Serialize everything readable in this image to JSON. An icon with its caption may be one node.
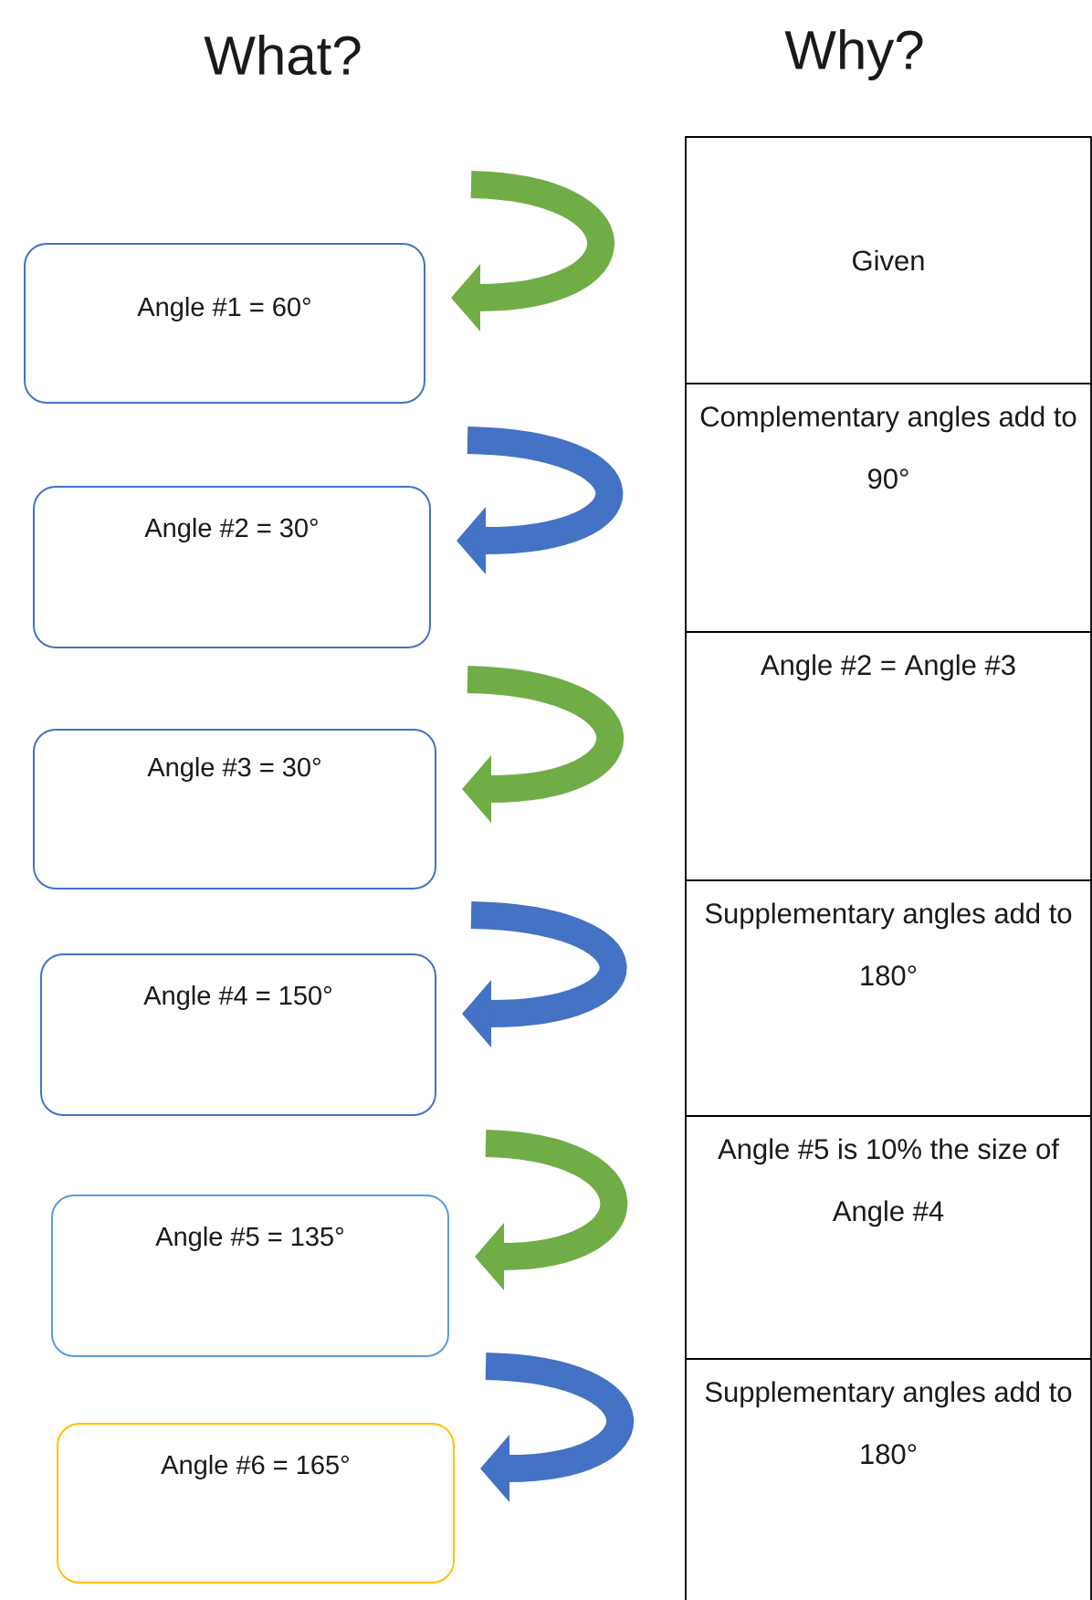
{
  "diagram": {
    "nodes": [
      {
        "text": [
          "Angle #1 = 60°"
        ]
      },
      {
        "text": [
          "Angle #2 = 30°"
        ]
      },
      {
        "text": [
          "Angle #3 = 30°"
        ]
      },
      {
        "text": [
          "Angle #4 = 150°"
        ]
      },
      {
        "text": [
          "Angle #5 = 135°"
        ]
      },
      {
        "text": [
          "Angle #6 = 165°"
        ]
      }
    ],
    "edges": [
      {
        "from": null,
        "to": 0,
        "arrow": "to",
        "color": "#70ad47"
      },
      {
        "from": null,
        "to": 1,
        "arrow": "to",
        "color": "#4472c4"
      },
      {
        "from": null,
        "to": 2,
        "arrow": "to",
        "color": "#70ad47"
      },
      {
        "from": null,
        "to": 3,
        "arrow": "to",
        "color": "#4472c4"
      },
      {
        "from": null,
        "to": 4,
        "arrow": "to",
        "color": "#70ad47"
      },
      {
        "from": null,
        "to": 5,
        "arrow": "to",
        "color": "#4472c4"
      }
    ],
    "labels": [
      "What?",
      "Why?",
      "Given",
      "Complementary angles add to 90°",
      "Angle #2 = Angle #3",
      "Supplementary angles add to 180°",
      "Angle #5 is 10% the size of Angle #4",
      "Supplementary angles add to 180°"
    ]
  }
}
